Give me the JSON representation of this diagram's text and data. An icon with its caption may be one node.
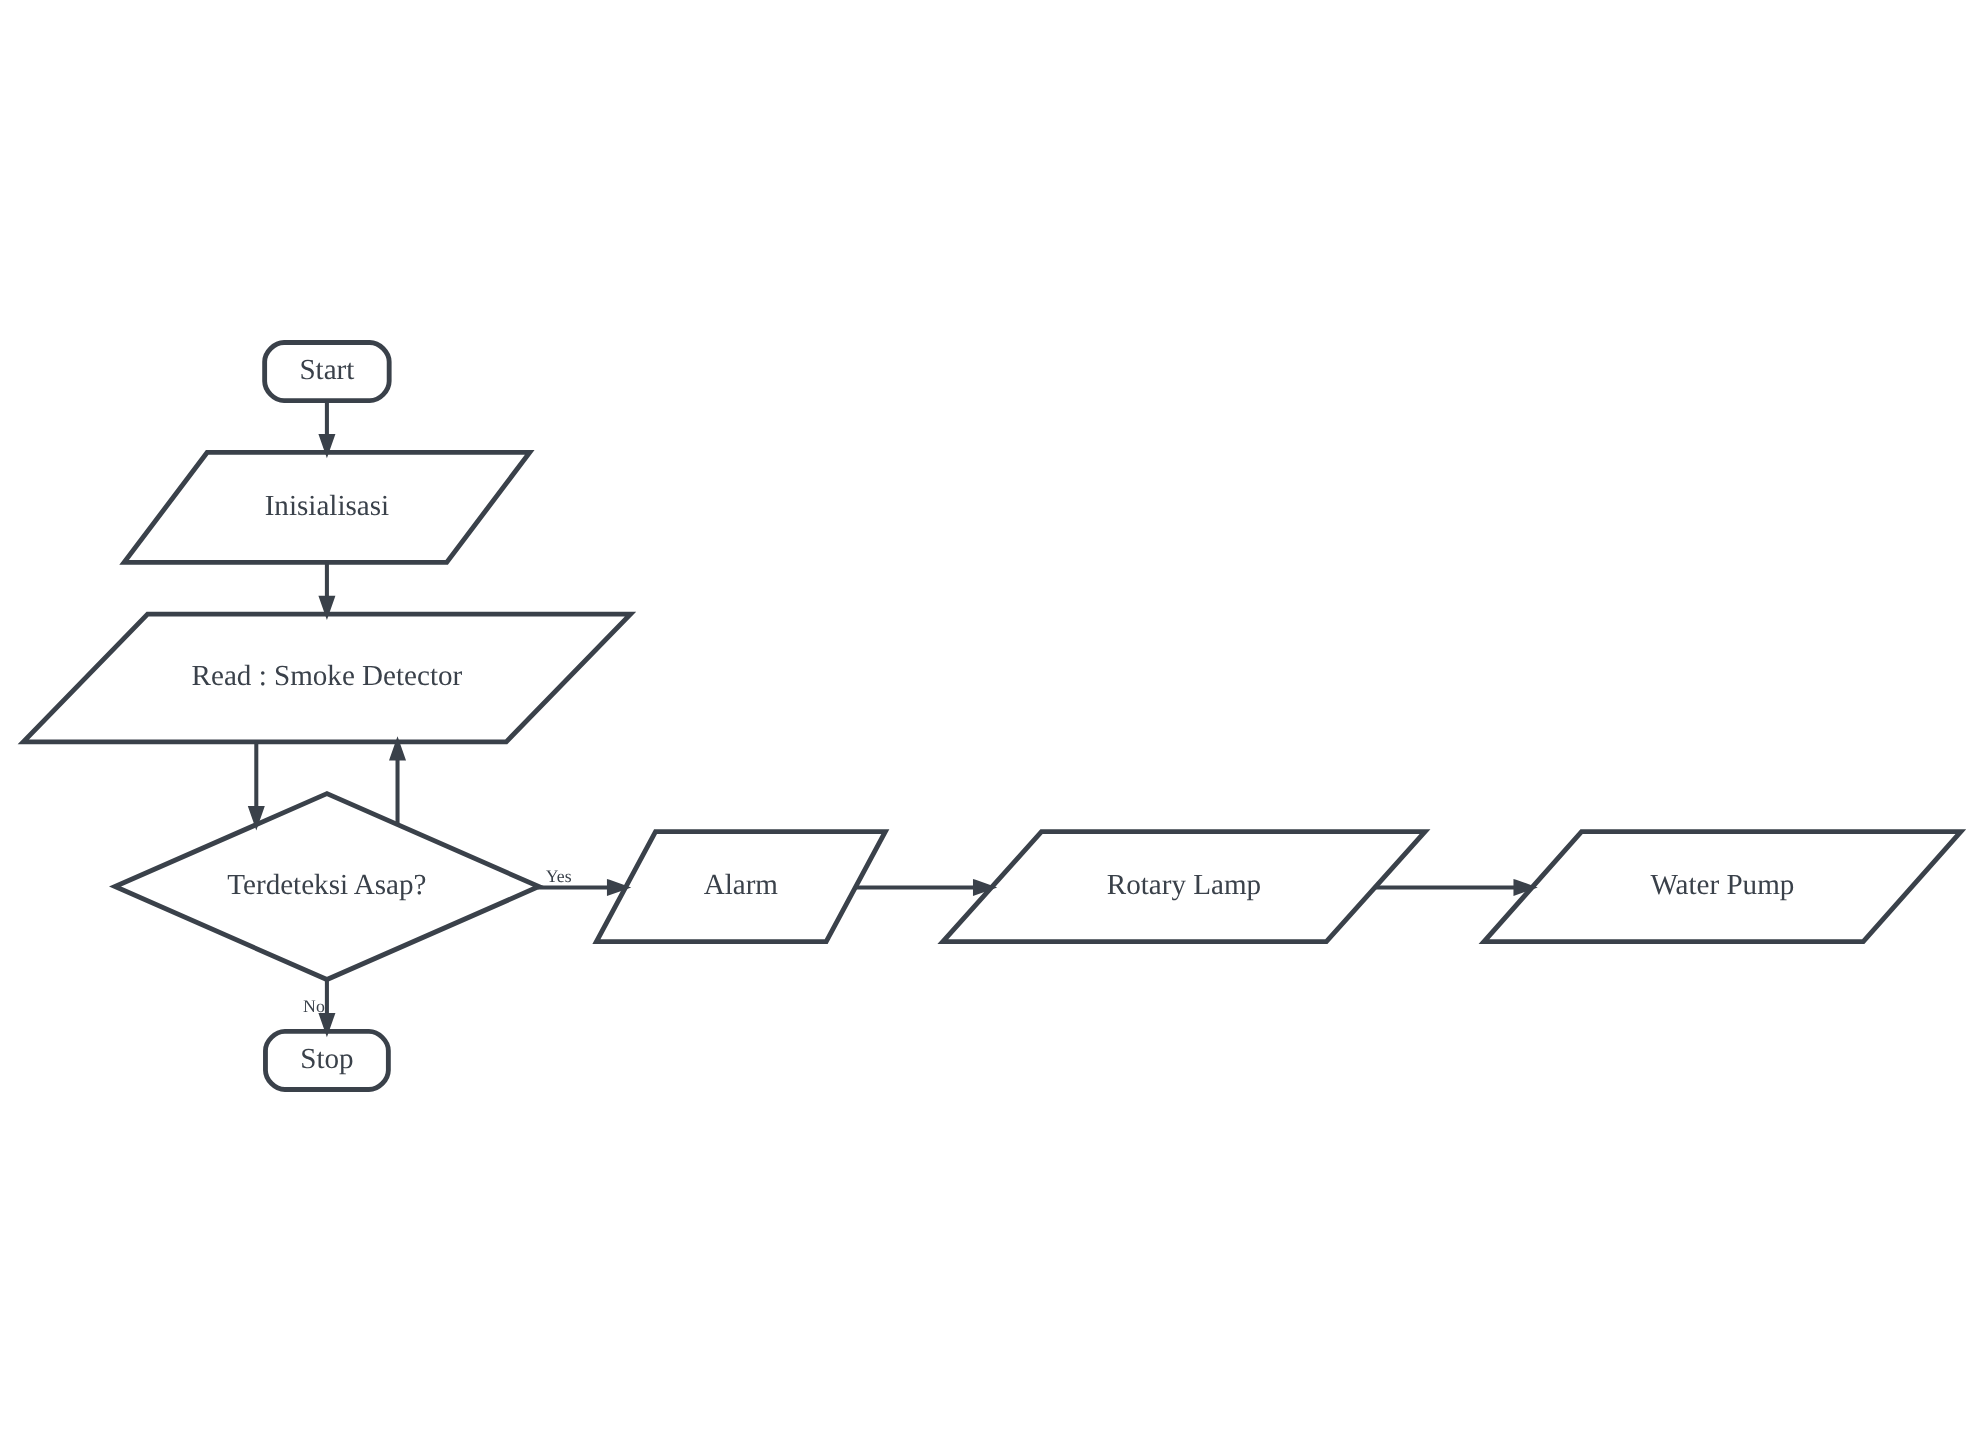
{
  "diagram": {
    "nodes": [
      {
        "text": [
          "Start"
        ]
      },
      {
        "text": [
          "Inisialisasi"
        ]
      },
      {
        "text": [
          "Read : Smoke Detector"
        ]
      },
      {
        "text": [
          "Terdeteksi Asap?"
        ]
      },
      {
        "text": [
          "Alarm"
        ]
      },
      {
        "text": [
          "Rotary Lamp"
        ]
      },
      {
        "text": [
          "Water Pump"
        ]
      },
      {
        "text": [
          "Stop"
        ]
      }
    ],
    "edges": [
      {
        "from": 0,
        "to": 1,
        "arrow": "to"
      },
      {
        "from": 1,
        "to": 2,
        "arrow": "to"
      },
      {
        "from": 2,
        "to": 3,
        "arrow": "to"
      },
      {
        "from": 3,
        "to": 4,
        "label": "Yes",
        "arrow": "to"
      },
      {
        "from": 4,
        "to": 5,
        "arrow": "to"
      },
      {
        "from": 5,
        "to": 6,
        "arrow": "to"
      },
      {
        "from": 3,
        "to": 7,
        "label": "No",
        "arrow": "to"
      },
      {
        "from": 3,
        "to": 2,
        "arrow": "to"
      }
    ]
  }
}
